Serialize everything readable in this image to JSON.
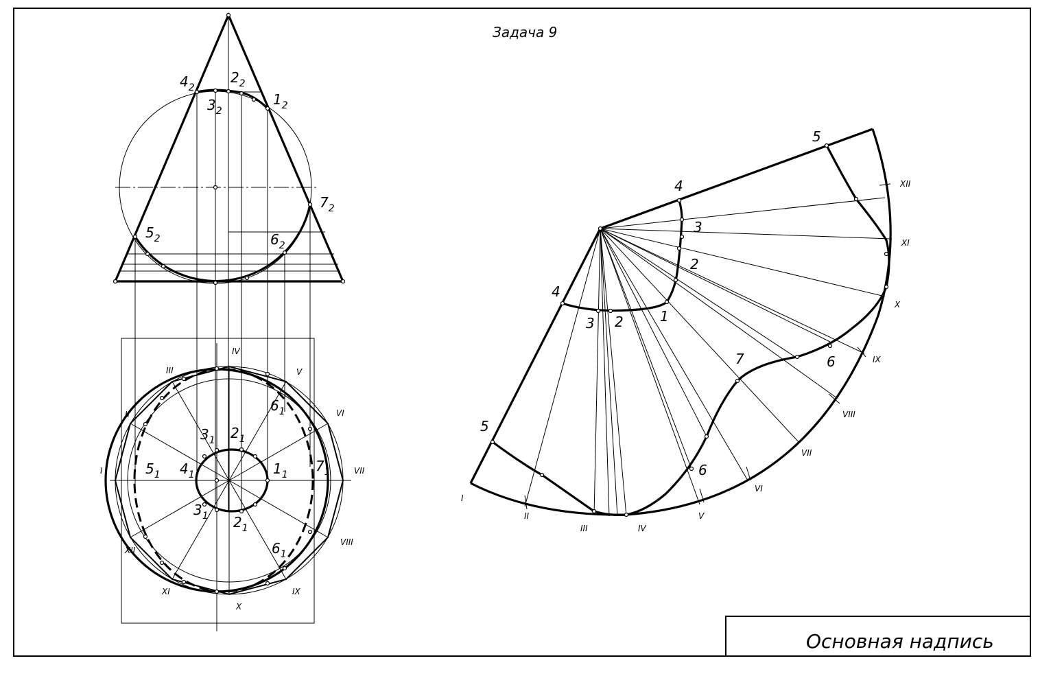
{
  "header": {
    "task_title": "Задача 9"
  },
  "title_block": {
    "label": "Основная надпись"
  },
  "front_view": {
    "labels": {
      "p1": "1",
      "p1_sub": "2",
      "p2": "2",
      "p2_sub": "2",
      "p3": "3",
      "p3_sub": "2",
      "p4": "4",
      "p4_sub": "2",
      "p5": "5",
      "p5_sub": "2",
      "p6": "6",
      "p6_sub": "2",
      "p7": "7",
      "p7_sub": "2"
    }
  },
  "top_view": {
    "labels": {
      "p1": "1",
      "p1_sub": "1",
      "p2a": "2",
      "p2a_sub": "1",
      "p2b": "2",
      "p2b_sub": "1",
      "p3a": "3",
      "p3a_sub": "1",
      "p3b": "3",
      "p3b_sub": "1",
      "p4": "4",
      "p4_sub": "1",
      "p5": "5",
      "p5_sub": "1",
      "p6a": "6",
      "p6a_sub": "1",
      "p6b": "6",
      "p6b_sub": "1",
      "p7": "7",
      "p7_sub": "1"
    },
    "roman": {
      "I": "I",
      "II": "II",
      "III": "III",
      "IV": "IV",
      "V": "V",
      "VI": "VI",
      "VII": "VII",
      "VIII": "VIII",
      "IX": "IX",
      "X": "X",
      "XI": "XI",
      "XII": "XII"
    }
  },
  "development": {
    "labels": {
      "d5_top": "5",
      "d4_top": "4",
      "d3_top": "3",
      "d2_top": "2",
      "d4_left": "4",
      "d3_bot": "3",
      "d2_bot": "2",
      "d1_bot": "1",
      "d7": "7",
      "d6_right": "6",
      "d6_low": "6",
      "d5_left": "5"
    },
    "roman": {
      "XII": "XII",
      "XI": "XI",
      "X": "X",
      "IX": "IX",
      "VIII": "VIII",
      "VII": "VII",
      "VI": "VI",
      "V": "V",
      "IV": "IV",
      "III": "III",
      "II": "II",
      "I": "I"
    }
  }
}
